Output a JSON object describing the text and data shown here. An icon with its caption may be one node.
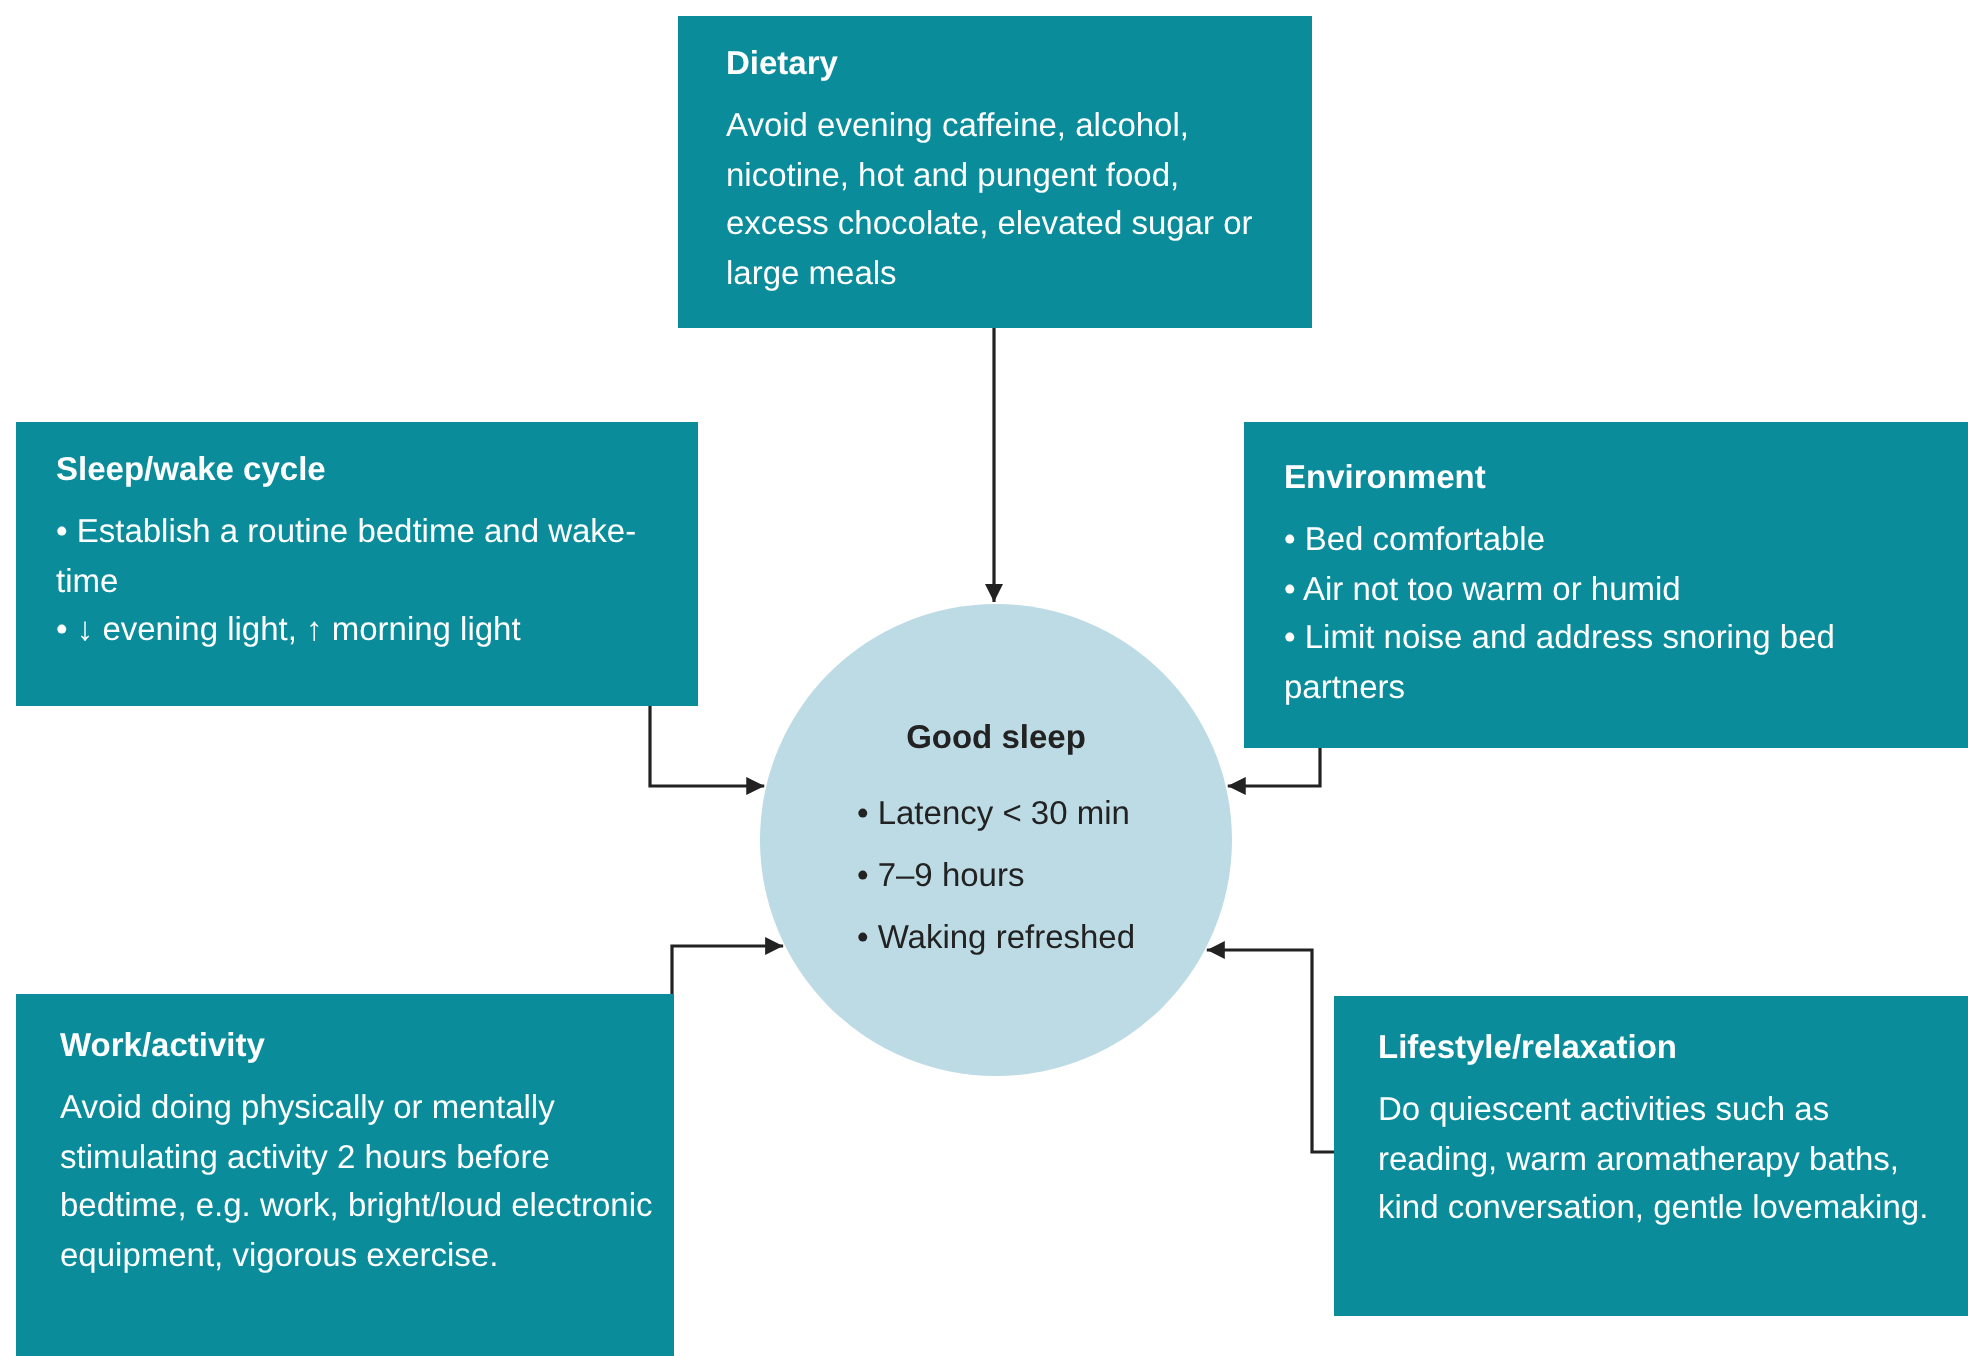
{
  "diagram": {
    "nodes": [
      {
        "text": [
          "Dietary",
          "Avoid evening caffeine, alcohol, nicotine, hot and pungent food, excess chocolate, elevated sugar or large meals"
        ]
      },
      {
        "text": [
          "Sleep/wake cycle",
          "• Establish a routine bedtime and wake-time",
          "• ↓ evening light, ↑ morning light"
        ]
      },
      {
        "text": [
          "Environment",
          "• Bed comfortable",
          "• Air not too warm or humid",
          "• Limit noise and address snoring bed partners"
        ]
      },
      {
        "text": [
          "Good sleep",
          "• Latency < 30 min",
          "• 7–9 hours",
          "• Waking refreshed"
        ]
      },
      {
        "text": [
          "Work/activity",
          "Avoid doing physically or mentally stimulating activity 2 hours before bedtime, e.g. work, bright/loud electronic equipment, vigorous exercise."
        ]
      },
      {
        "text": [
          "Lifestyle/relaxation",
          "Do quiescent activities such as reading, warm aromatherapy baths, kind conversation, gentle lovemaking."
        ]
      }
    ],
    "edges": [
      {
        "from": 0,
        "to": 3,
        "arrow": "to"
      },
      {
        "from": 1,
        "to": 3,
        "arrow": "to"
      },
      {
        "from": 2,
        "to": 3,
        "arrow": "to"
      },
      {
        "from": 4,
        "to": 3,
        "arrow": "to"
      },
      {
        "from": 5,
        "to": 3,
        "arrow": "to"
      }
    ]
  }
}
